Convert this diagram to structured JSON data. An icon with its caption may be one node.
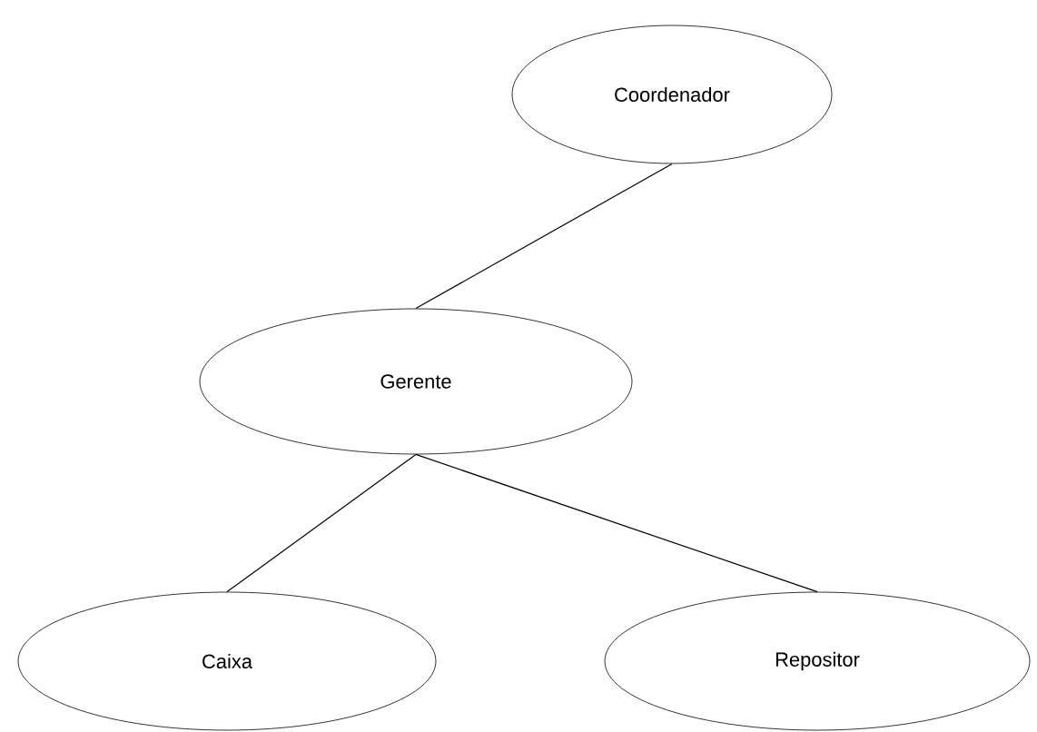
{
  "diagram": {
    "nodes": [
      {
        "text": [
          "Coordenador"
        ]
      },
      {
        "text": [
          "Gerente"
        ]
      },
      {
        "text": [
          "Caixa"
        ]
      },
      {
        "text": [
          "Repositor"
        ]
      }
    ],
    "edges": [
      {
        "from": 0,
        "to": 1,
        "arrow": "none"
      },
      {
        "from": 1,
        "to": 2,
        "arrow": "none"
      },
      {
        "from": 1,
        "to": 3,
        "arrow": "none"
      }
    ]
  }
}
